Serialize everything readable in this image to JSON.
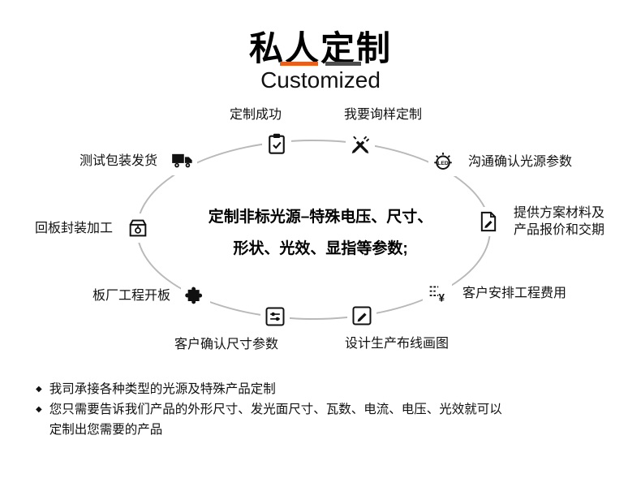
{
  "header": {
    "title": "私人定制",
    "subtitle": "Customized"
  },
  "colors": {
    "accent_orange": "#e8611c",
    "accent_dark": "#4d4d4d",
    "ellipse_line": "#b9b9b9",
    "text": "#111111"
  },
  "diagram": {
    "center_text_line1": "定制非标光源–特殊电压、尺寸、",
    "center_text_line2": "形状、光效、显指等参数;",
    "steps": [
      {
        "label": "定制成功",
        "icon": "clipboard-check-icon"
      },
      {
        "label": "我要询样定制",
        "icon": "pen-tools-icon"
      },
      {
        "label": "测试包装发货",
        "icon": "truck-icon"
      },
      {
        "label": "沟通确认光源参数",
        "icon": "led-bulb-icon"
      },
      {
        "label": "回板封装加工",
        "icon": "package-box-icon"
      },
      {
        "label": "提供方案材料及\n产品报价和交期",
        "icon": "document-pencil-icon"
      },
      {
        "label": "板厂工程开板",
        "icon": "puzzle-icon"
      },
      {
        "label": "客户安排工程费用",
        "icon": "price-list-icon"
      },
      {
        "label": "客户确认尺寸参数",
        "icon": "sliders-icon"
      },
      {
        "label": "设计生产布线画图",
        "icon": "pencil-square-icon"
      }
    ]
  },
  "footer": {
    "bullet_char": "◆",
    "bullets": [
      "我司承接各种类型的光源及特殊产品定制",
      "您只需要告诉我们产品的外形尺寸、发光面尺寸、瓦数、电流、电压、光效就可以\n定制出您需要的产品"
    ]
  }
}
